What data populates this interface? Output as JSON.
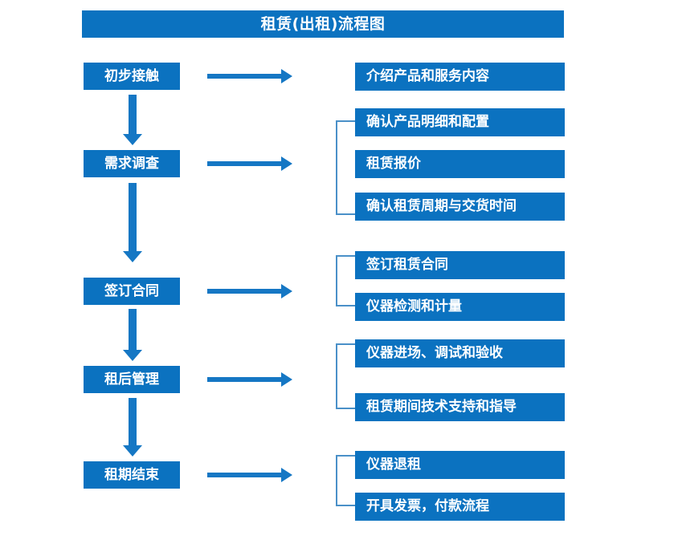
{
  "diagram": {
    "title": "租赁(出租)流程图",
    "colors": {
      "box_fill": "#0b72c0",
      "box_text": "#ffffff",
      "arrow": "#1577c4",
      "bracket": "#4a90c8",
      "background": "#ffffff"
    },
    "stages": [
      {
        "id": "stage-1",
        "label": "初步接触"
      },
      {
        "id": "stage-2",
        "label": "需求调查"
      },
      {
        "id": "stage-3",
        "label": "签订合同"
      },
      {
        "id": "stage-4",
        "label": "租后管理"
      },
      {
        "id": "stage-5",
        "label": "租期结束"
      }
    ],
    "details": [
      {
        "id": "detail-1",
        "label": "介绍产品和服务内容",
        "group": 1
      },
      {
        "id": "detail-2",
        "label": "确认产品明细和配置",
        "group": 2
      },
      {
        "id": "detail-3",
        "label": "租赁报价",
        "group": 2
      },
      {
        "id": "detail-4",
        "label": "确认租赁周期与交货时间",
        "group": 2
      },
      {
        "id": "detail-5",
        "label": "签订租赁合同",
        "group": 3
      },
      {
        "id": "detail-6",
        "label": "仪器检测和计量",
        "group": 3
      },
      {
        "id": "detail-7",
        "label": "仪器进场、调试和验收",
        "group": 4
      },
      {
        "id": "detail-8",
        "label": "租赁期间技术支持和指导",
        "group": 4
      },
      {
        "id": "detail-9",
        "label": "仪器退租",
        "group": 5
      },
      {
        "id": "detail-10",
        "label": "开具发票，付款流程",
        "group": 5
      }
    ]
  }
}
